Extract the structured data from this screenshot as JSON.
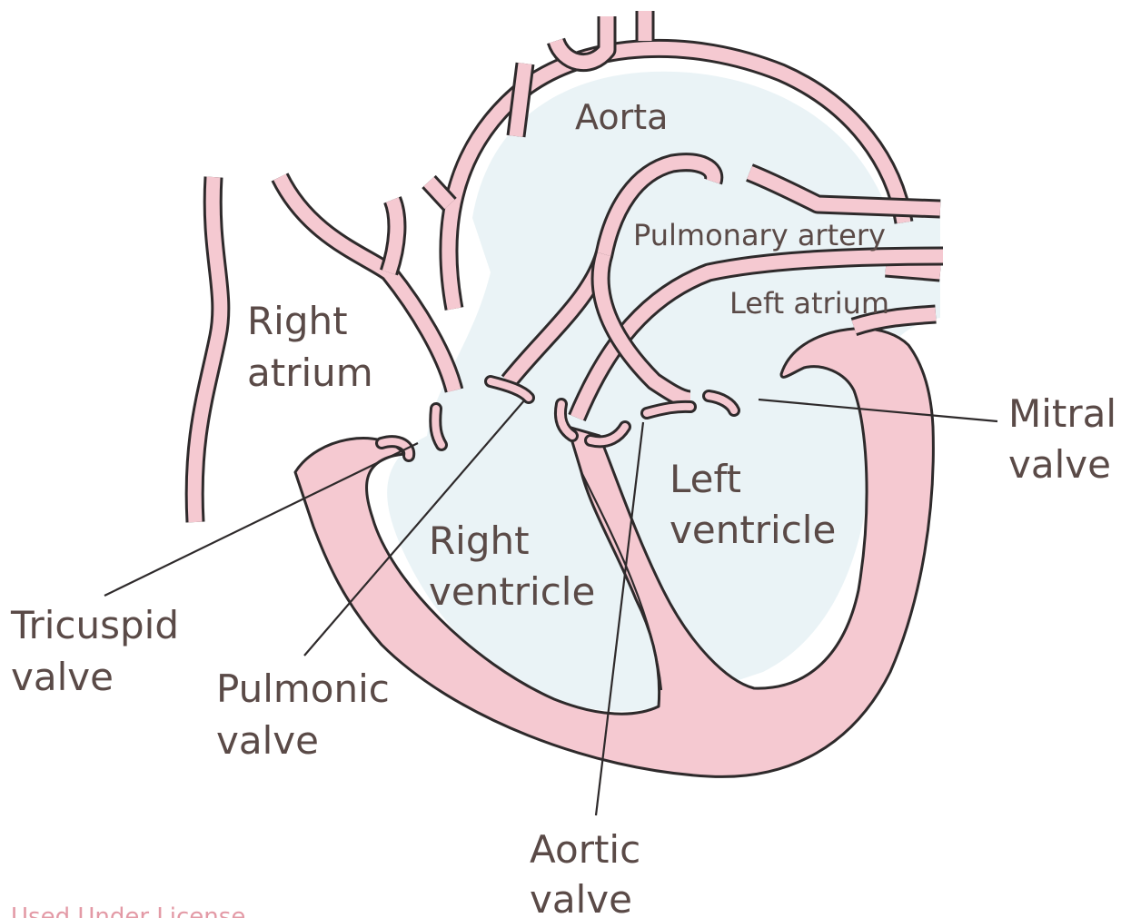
{
  "labels": {
    "aorta": "Aorta",
    "pulmonary_artery": "Pulmonary artery",
    "left_atrium": "Left atrium",
    "right_atrium": [
      "Right",
      "atrium"
    ],
    "mitral_valve": [
      "Mitral",
      "valve"
    ],
    "left_ventricle": [
      "Left",
      "ventricle"
    ],
    "right_ventricle": [
      "Right",
      "ventricle"
    ],
    "tricuspid_valve": [
      "Tricuspid",
      "valve"
    ],
    "pulmonic_valve": [
      "Pulmonic",
      "valve"
    ],
    "aortic_valve": [
      "Aortic",
      "valve"
    ]
  },
  "credit": "Used Under License",
  "colors": {
    "tissue": "#f5c9d1",
    "outline": "#2e2a2b",
    "chamber": "#eaf3f6",
    "label_text": "#5a4a47"
  }
}
